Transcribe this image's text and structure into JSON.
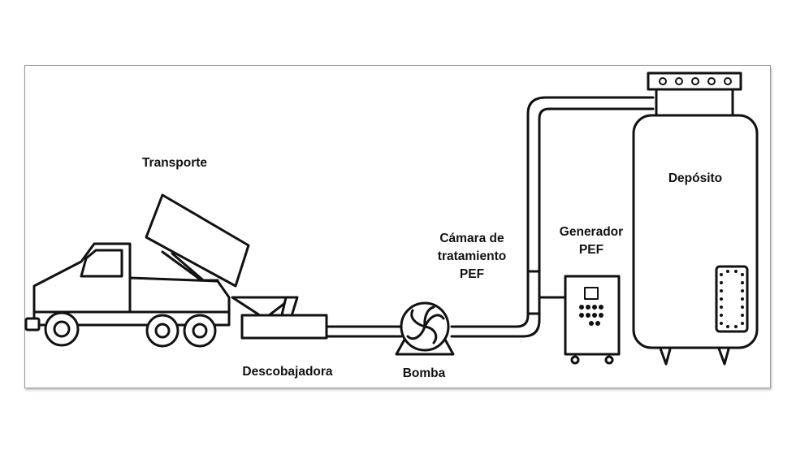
{
  "labels": {
    "transporte": "Transporte",
    "descobajadora": "Descobajadora",
    "bomba": "Bomba",
    "camara": "Cámara de\ntratamiento\nPEF",
    "generador": "Generador\nPEF",
    "deposito": "Depósito"
  }
}
